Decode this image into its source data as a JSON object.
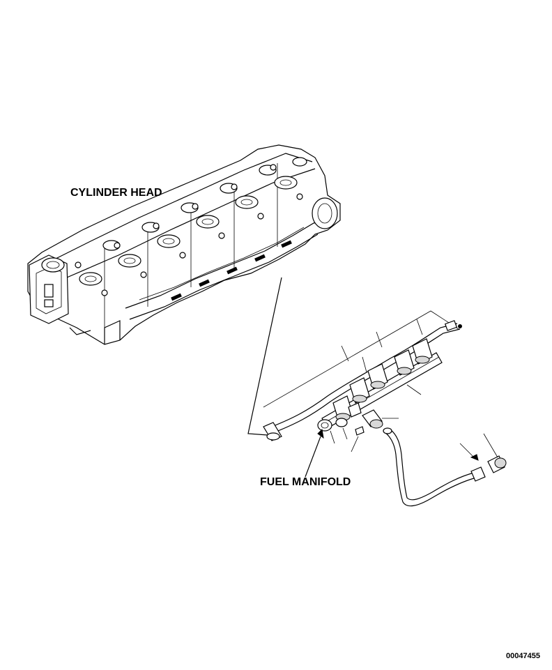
{
  "labels": {
    "cylinder_head": "CYLINDER HEAD",
    "fuel_manifold": "FUEL MANIFOLD"
  },
  "figure_id": "00047455",
  "components": [
    "cylinder-head",
    "fuel-manifold",
    "fuel-supply-tube"
  ]
}
